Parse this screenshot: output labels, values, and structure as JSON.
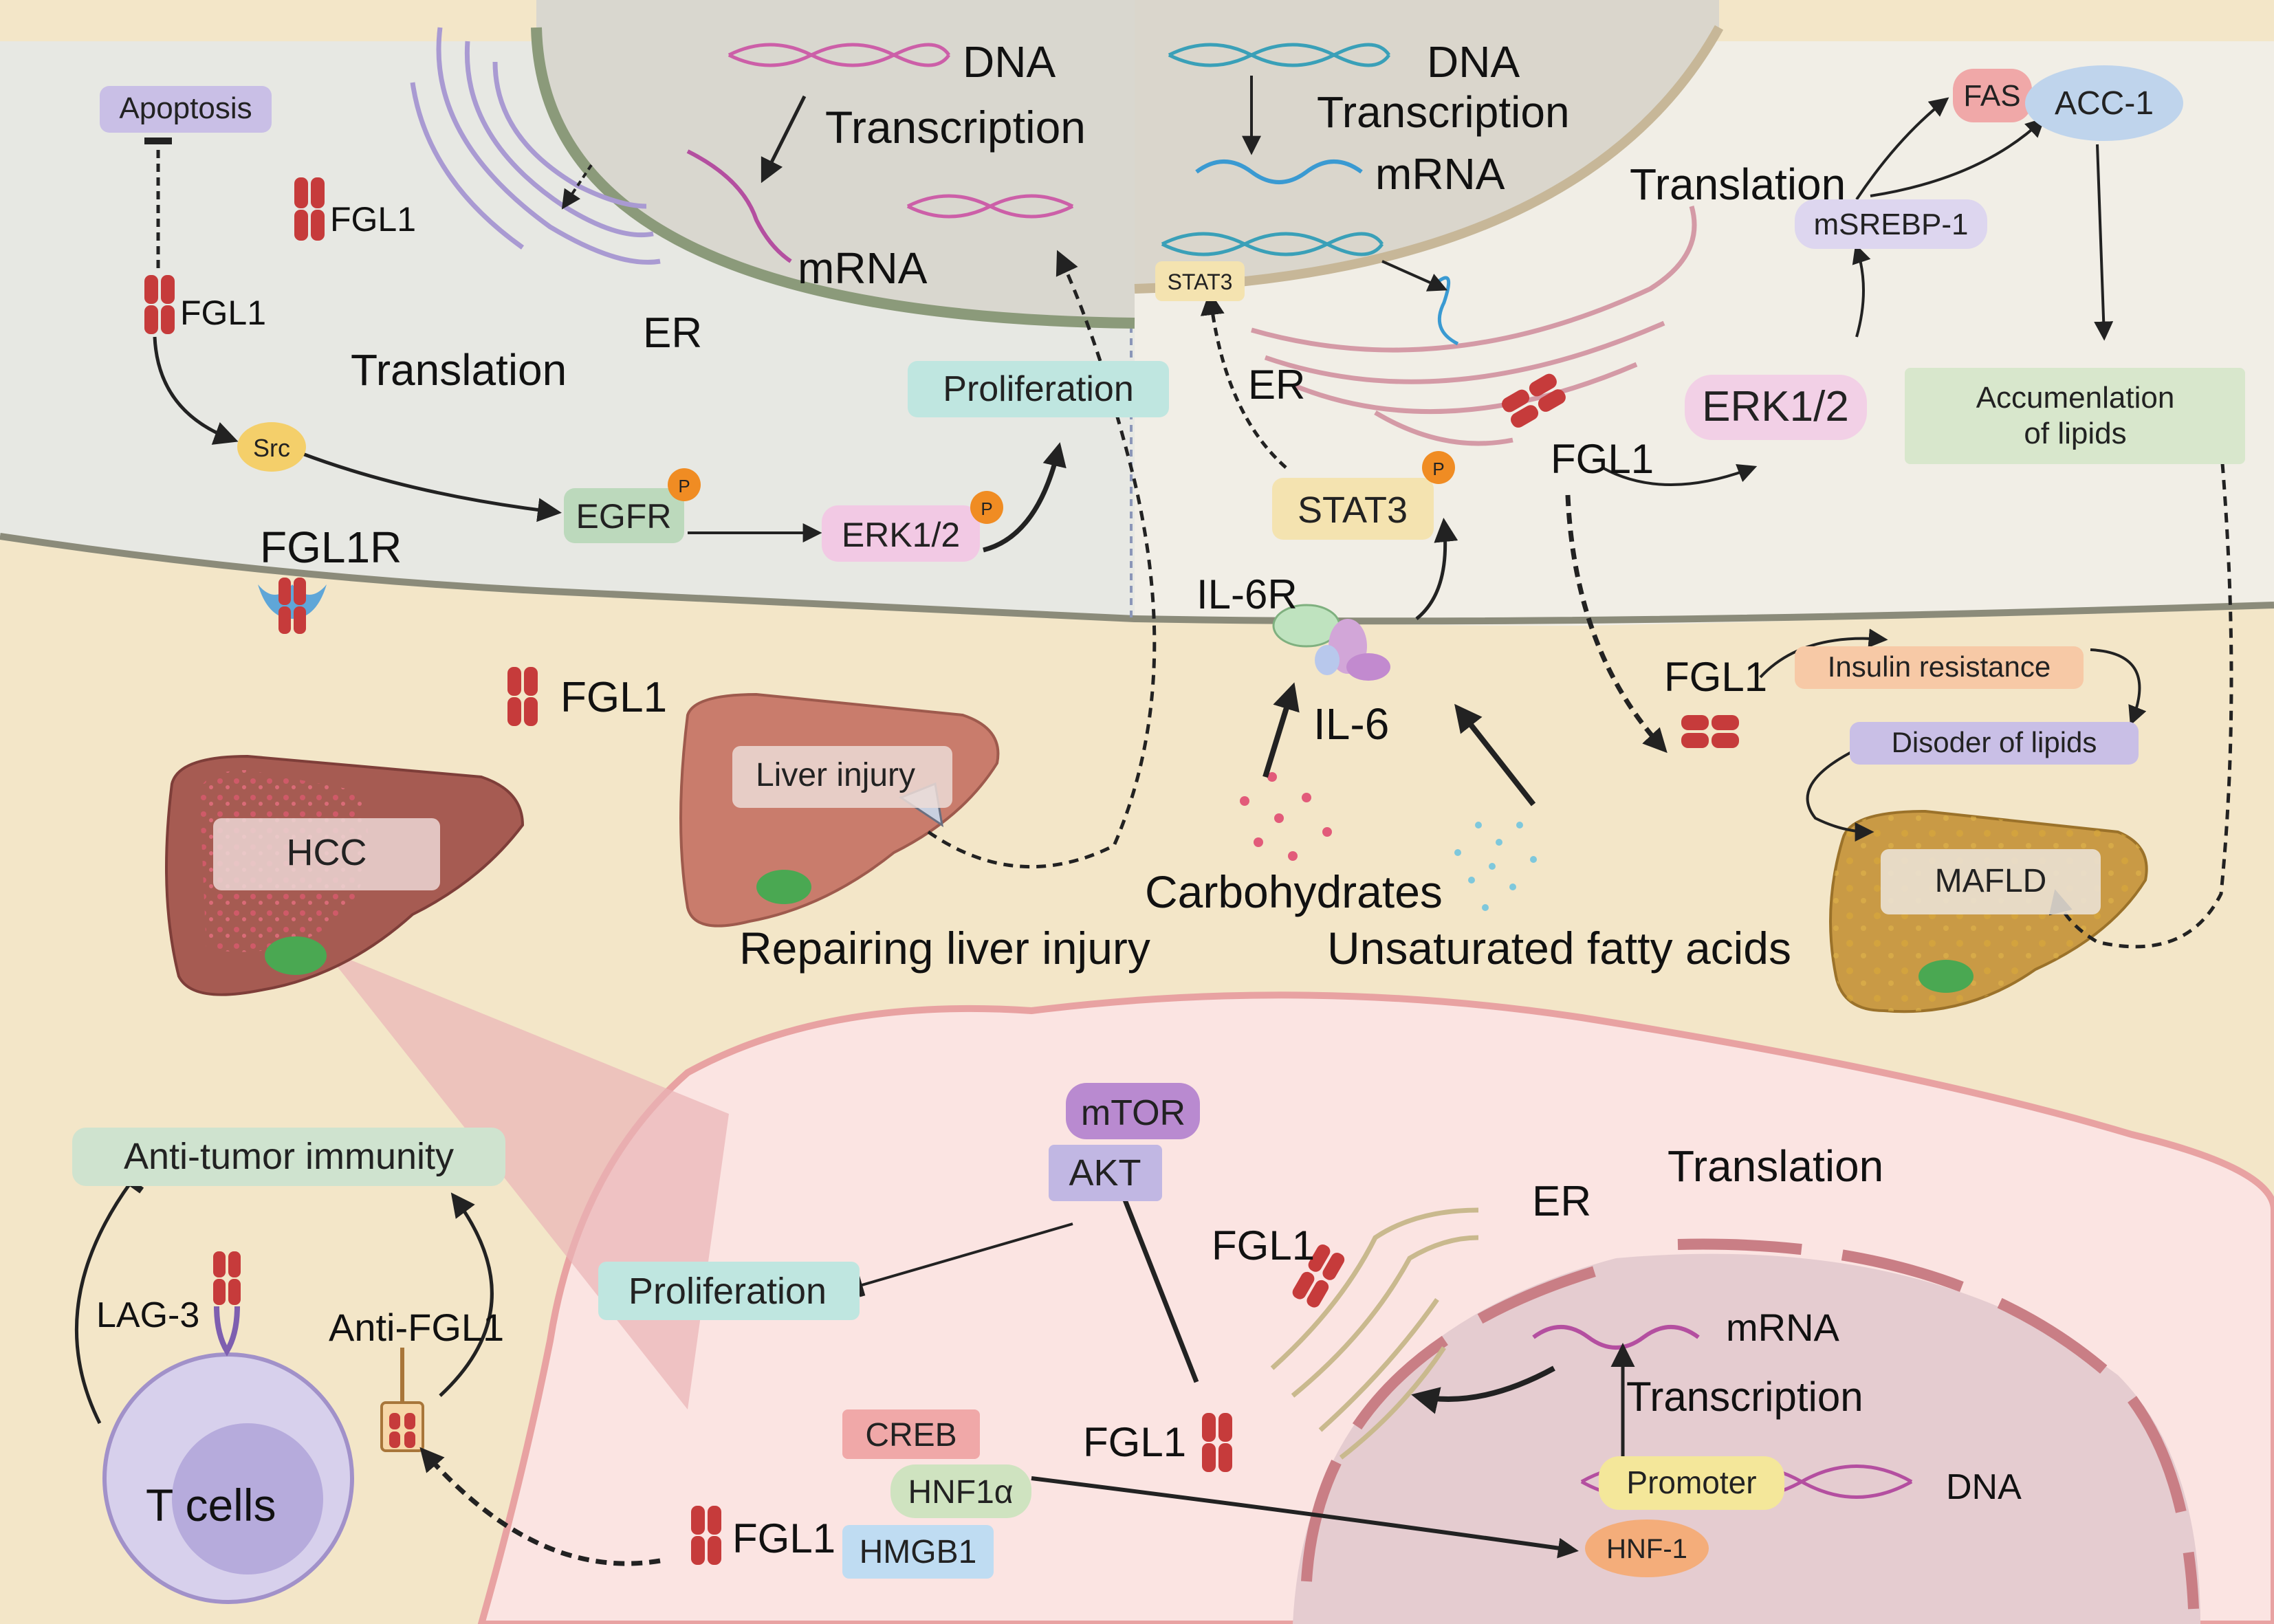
{
  "labels": {
    "apoptosis": "Apoptosis",
    "fgl1_a": "FGL1",
    "fgl1_b": "FGL1",
    "fgl1r": "FGL1R",
    "src": "Src",
    "egfr": "EGFR",
    "erk_left": "ERK1/2",
    "p1": "P",
    "p2": "P",
    "p3": "P",
    "proliferation_top": "Proliferation",
    "translation_tl": "Translation",
    "er_tl": "ER",
    "dna_tl": "DNA",
    "transcription_tl": "Transcription",
    "mrna_tl": "mRNA",
    "dna_tr": "DNA",
    "transcription_tr": "Transcription",
    "mrna_tr": "mRNA",
    "stat3_small": "STAT3",
    "er_tr": "ER",
    "stat3": "STAT3",
    "il6r": "IL-6R",
    "il6": "IL-6",
    "translation_tr": "Translation",
    "fas": "FAS",
    "acc1": "ACC-1",
    "msrebp1": "mSREBP-1",
    "erk_right": "ERK1/2",
    "fgl1_tr": "FGL1",
    "accumulation": "Accumenlation",
    "accumulation2": "of lipids",
    "fgl1_mid_right": "FGL1",
    "insulin": "Insulin resistance",
    "disorder": "Disoder of lipids",
    "mafld": "MAFLD",
    "fgl1_mid": "FGL1",
    "hcc": "HCC",
    "liver_injury": "Liver injury",
    "repairing": "Repairing liver injury",
    "carbohydrates": "Carbohydrates",
    "fatty_acids": "Unsaturated fatty acids",
    "anti_tumor": "Anti-tumor immunity",
    "lag3": "LAG-3",
    "anti_fgl1": "Anti-FGL1",
    "tcells": "T cells",
    "mtor": "mTOR",
    "akt": "AKT",
    "proliferation_bottom": "Proliferation",
    "fgl1_bc1": "FGL1",
    "fgl1_bc2": "FGL1",
    "fgl1_bl": "FGL1",
    "creb": "CREB",
    "hnf1a": "HNF1α",
    "hmgb1": "HMGB1",
    "translation_b": "Translation",
    "er_b": "ER",
    "mrna_b": "mRNA",
    "transcription_b": "Transcription",
    "promoter": "Promoter",
    "dna_b": "DNA",
    "hnf1": "HNF-1"
  },
  "colors": {
    "cell_left": "#e7e8e3",
    "cell_right": "#f1eee6",
    "extracellular": "#f3e6c8",
    "nucleus": "#d9d7cf",
    "hcc_cell": "#fbe4e2",
    "fgl1": "#c63b3b",
    "purple_box": "#c9bfe6",
    "green_box": "#cfe3cf",
    "teal_box": "#bfe6e0",
    "pink_box": "#f2c9e4",
    "yellow_box": "#f4e3b0",
    "orange_box": "#f7c9a6",
    "red_box": "#f0a8a8",
    "blue_box": "#bfdcf2",
    "arrow": "#222222"
  }
}
